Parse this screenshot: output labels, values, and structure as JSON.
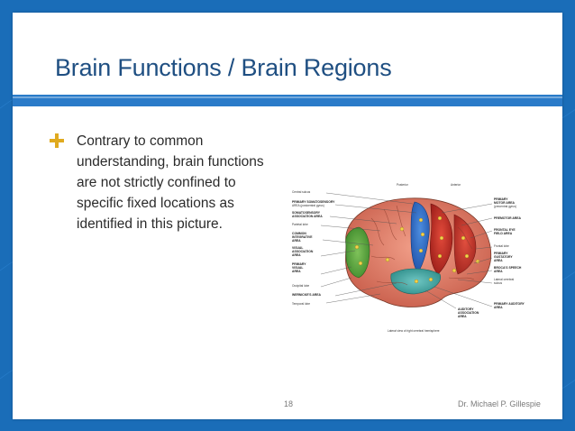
{
  "slide": {
    "title": "Brain Functions / Brain Regions",
    "bullet_text": "Contrary to common understanding, brain functions are not strictly confined to specific fixed locations as identified in this picture.",
    "page_number": "18",
    "author": "Dr. Michael P. Gillespie"
  },
  "figure": {
    "label_posterior": "Posterior",
    "label_anterior": "Anterior",
    "left_labels": [
      "Central sulcus",
      "PRIMARY SOMATOSENSORY",
      "AREA (postcentral gyrus)",
      "SOMATOSENSORY",
      "ASSOCIATION AREA",
      "Parietal lobe",
      "COMMON",
      "INTEGRATIVE",
      "AREA",
      "VISUAL",
      "ASSOCIATION",
      "AREA",
      "PRIMARY",
      "VISUAL",
      "AREA",
      "Occipital lobe",
      "WERNICKE'S AREA",
      "Temporal lobe"
    ],
    "right_labels": [
      "PRIMARY",
      "MOTOR AREA",
      "(precentral gyrus)",
      "PREMOTOR AREA",
      "FRONTAL EYE",
      "FIELD AREA",
      "Frontal lobe",
      "PRIMARY",
      "GUSTATORY",
      "AREA",
      "BROCA'S SPEECH",
      "AREA",
      "Lateral cerebral",
      "sulcus",
      "PRIMARY AUDITORY",
      "AREA"
    ],
    "bottom_labels": [
      "AUDITORY",
      "ASSOCIATION",
      "AREA"
    ],
    "caption": "Lateral view of right cerebral hemisphere",
    "colors": {
      "slide_bg": "#1a6db8",
      "divider": "#2a7bc9",
      "title": "#1f4f82",
      "bullet": "#e0aa1f"
    }
  }
}
